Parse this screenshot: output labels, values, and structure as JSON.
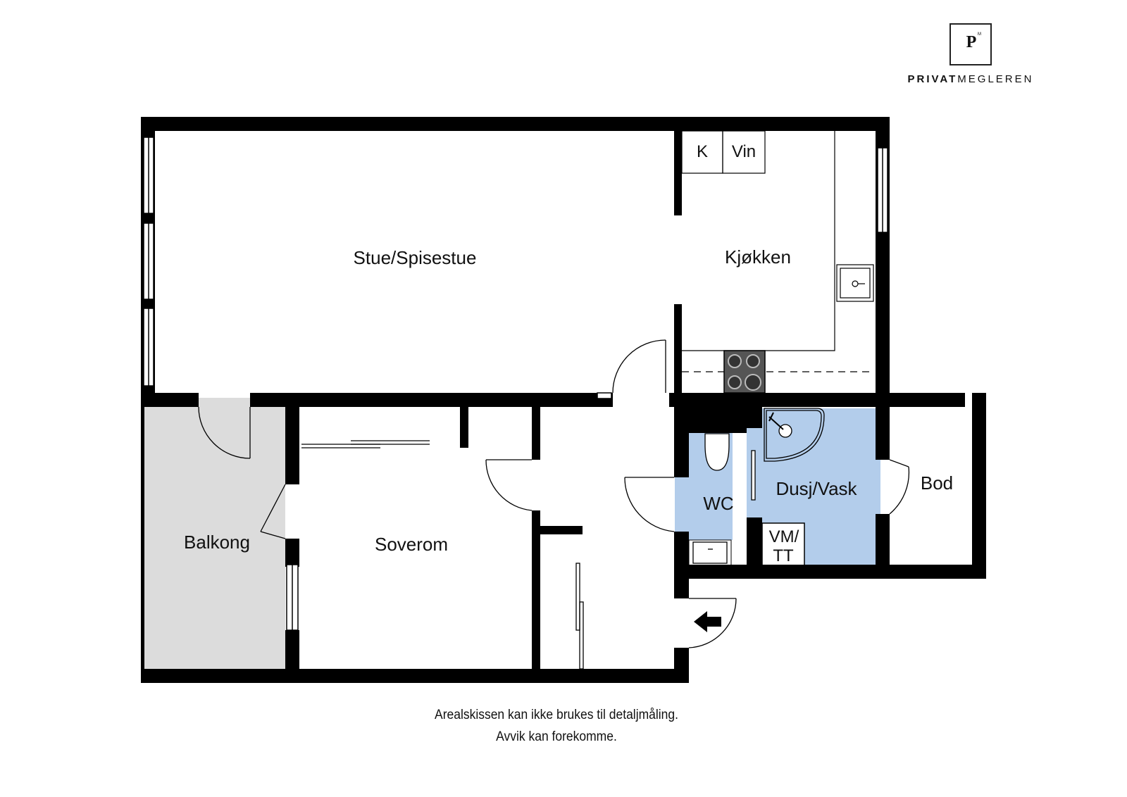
{
  "brand": {
    "logo_letter": "P",
    "logo_tm": "M",
    "name_bold": "PRIVAT",
    "name_regular": "MEGLEREN"
  },
  "rooms": {
    "stue": "Stue/Spisestue",
    "kjokken": "Kjøkken",
    "k": "K",
    "vin": "Vin",
    "balkong": "Balkong",
    "soverom": "Soverom",
    "wc": "WC",
    "dusj": "Dusj/Vask",
    "bod": "Bod",
    "vm_line1": "VM/",
    "vm_line2": "TT"
  },
  "note": {
    "line1": "Arealskissen kan ikke brukes til detaljmåling.",
    "line2": "Avvik kan forekomme."
  },
  "colors": {
    "wall": "#000000",
    "wet_room": "#b3cdeb",
    "balcony": "#dcdcdc",
    "window_gray": "#bdbdbd"
  }
}
